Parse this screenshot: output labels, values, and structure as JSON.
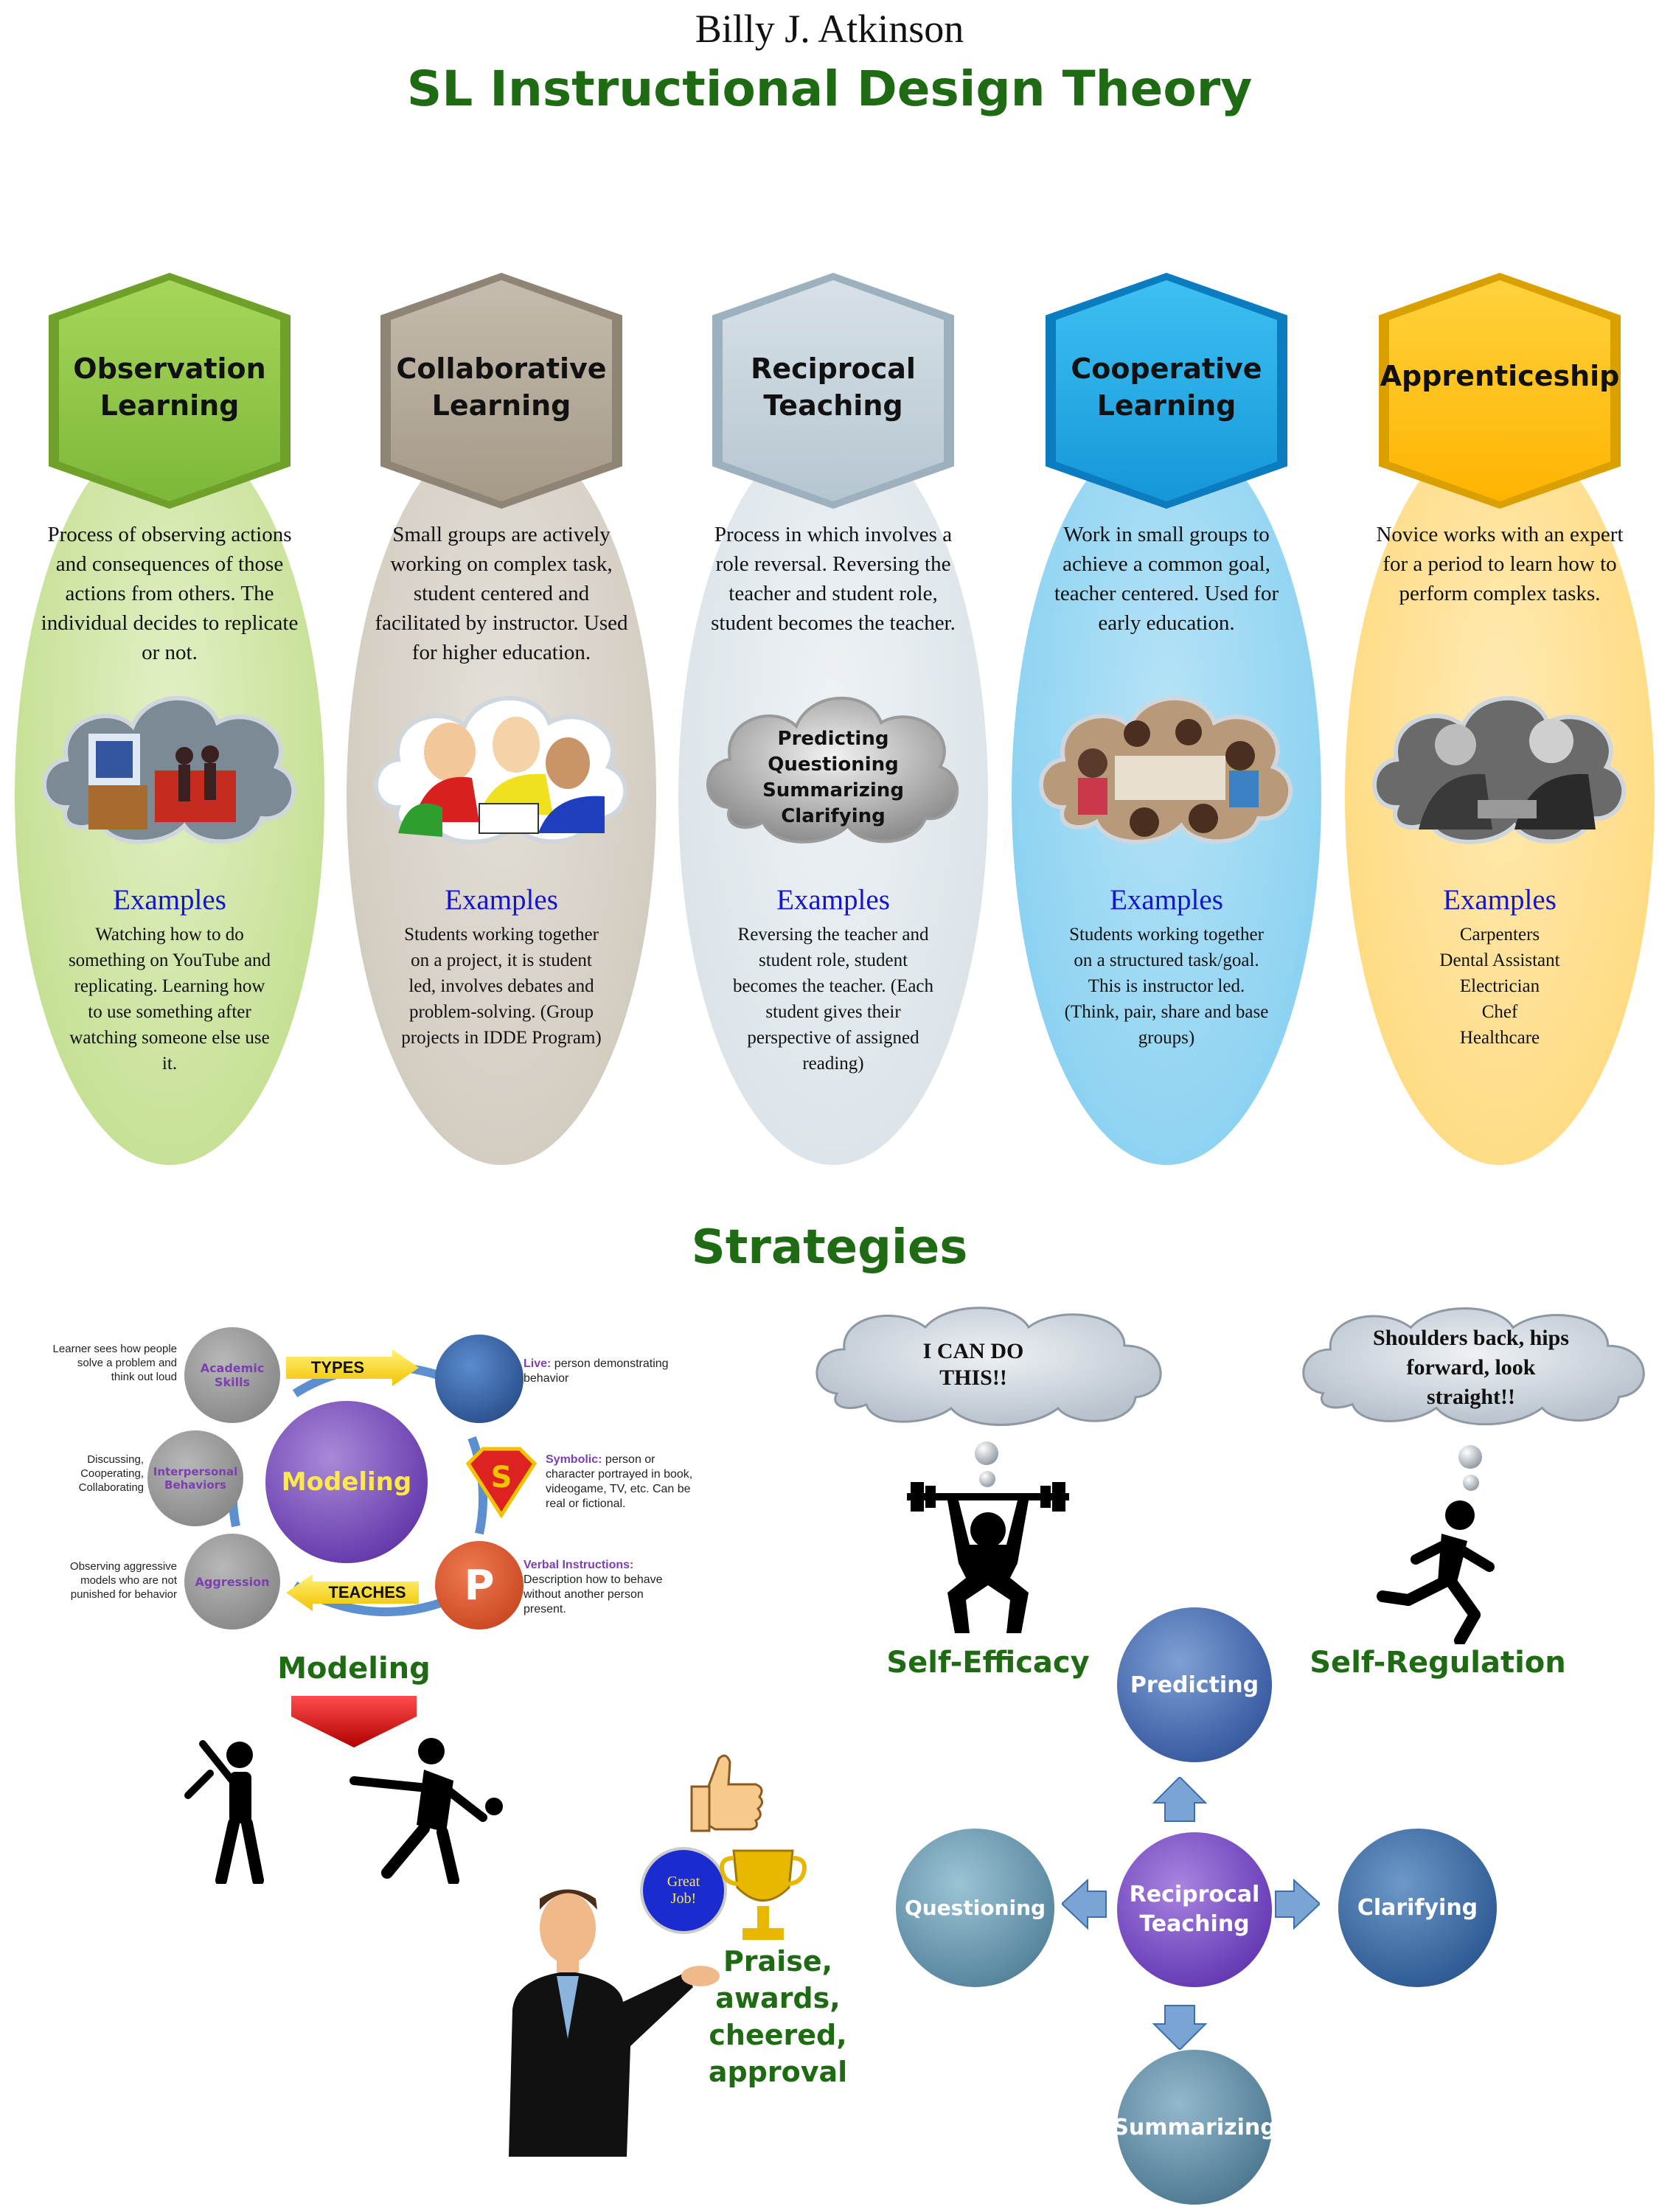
{
  "author": "Billy J. Atkinson",
  "title": "SL Instructional Design Theory",
  "columns": [
    {
      "title": "Observation Learning",
      "description": "Process of observing actions and consequences of those actions from others. The individual decides to replicate or not.",
      "examples_label": "Examples",
      "examples_text": "Watching how to do something on YouTube and replicating. Learning how to use something after watching someone else use it.",
      "color": "#8cc63f",
      "ellipse_color": "#cfe5a6"
    },
    {
      "title": "Collaborative Learning",
      "description": "Small groups are actively working on complex task, student centered and facilitated by instructor. Used for higher education.",
      "examples_label": "Examples",
      "examples_text": "Students working together on a project, it is student led, involves debates and problem-solving. (Group projects in IDDE Program)",
      "color": "#b5ab99",
      "ellipse_color": "#d8d2c8"
    },
    {
      "title": "Reciprocal Teaching",
      "description": "Process in which involves a role reversal. Reversing the teacher and student role, student becomes the teacher.",
      "examples_label": "Examples",
      "examples_text": "Reversing the teacher and student role, student becomes the teacher. (Each student gives their perspective of assigned reading)",
      "color": "#c5d3dc",
      "ellipse_color": "#e0e7ec",
      "cloud_items": [
        "Predicting",
        "Questioning",
        "Summarizing",
        "Clarifying"
      ]
    },
    {
      "title": "Cooperative Learning",
      "description": "Work in small groups to achieve a common goal, teacher centered. Used for early education.",
      "examples_label": "Examples",
      "examples_text": "Students working together on a structured task/goal. This is instructor led. (Think, pair, share and base groups)",
      "color": "#1fa9e8",
      "ellipse_color": "#8fd3f2"
    },
    {
      "title": "Apprenticeship",
      "description": "Novice works with an expert for a period to learn how to perform complex tasks.",
      "examples_label": "Examples",
      "examples_text": "Carpenters\nDental Assistant\nElectrician\nChef\nHealthcare",
      "color": "#ffc000",
      "ellipse_color": "#ffe08c"
    }
  ],
  "strategies_title": "Strategies",
  "modeling_diagram": {
    "center": "Modeling",
    "left_nodes": [
      {
        "label": "Academic Skills",
        "note": "Learner sees how people solve a problem and think out loud"
      },
      {
        "label": "Interpersonal Behaviors",
        "note": "Discussing, Cooperating, Collaborating"
      },
      {
        "label": "Aggression",
        "note": "Observing aggressive models who are not punished for behavior"
      }
    ],
    "types_label": "TYPES",
    "teaches_label": "TEACHES",
    "right_nodes": [
      {
        "term": "Live:",
        "note": " person demonstrating behavior"
      },
      {
        "term": "Symbolic:",
        "note": " person or character portrayed in book, videogame, TV, etc. Can be real or fictional."
      },
      {
        "term": "Verbal Instructions:",
        "note": " Description how to behave without another person present."
      }
    ]
  },
  "modeling_label": "Modeling",
  "praise_label": "Praise, awards, cheered, approval",
  "great_job_badge": "Great Job!",
  "self_efficacy": {
    "thought": "I CAN DO THIS!!",
    "label": "Self-Efficacy"
  },
  "self_regulation": {
    "thought": "Shoulders back, hips forward, look straight!!",
    "label": "Self-Regulation"
  },
  "reciprocal_cycle": {
    "center": "Reciprocal Teaching",
    "top": "Predicting",
    "left": "Questioning",
    "right": "Clarifying",
    "bottom": "Summarizing"
  }
}
